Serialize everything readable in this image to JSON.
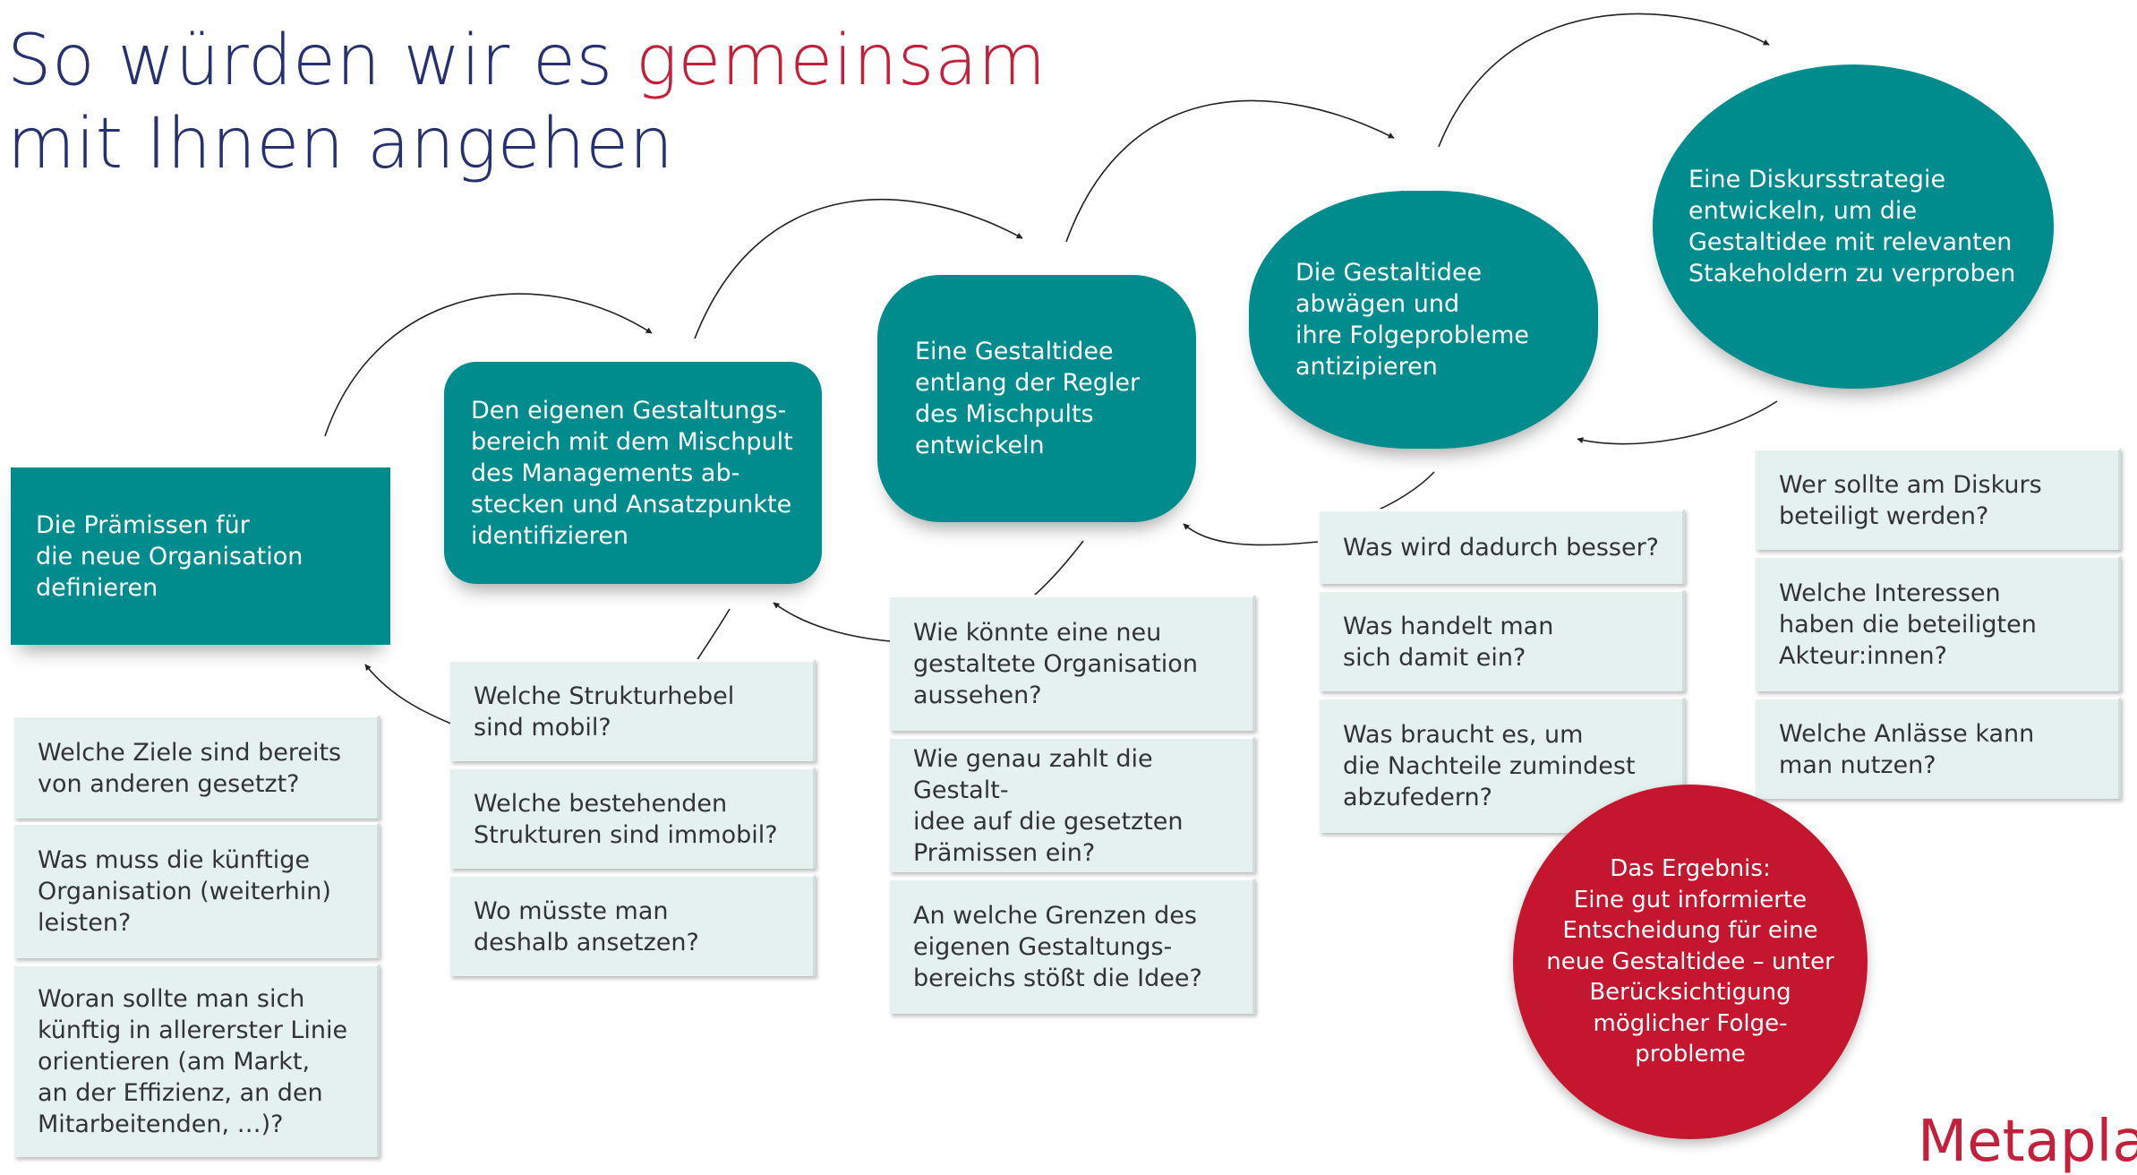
{
  "title": {
    "part1": "So würden wir es ",
    "accent": "gemeinsam",
    "line2": "mit Ihnen angehen"
  },
  "steps": [
    "Die Prämissen für\ndie neue Organisation\ndefinieren",
    "Den eigenen Gestaltungs-\nbereich mit dem Mischpult\ndes Managements ab-\nstecken und Ansatzpunkte\nidentifizieren",
    "Eine Gestaltidee\nentlang der Regler\ndes Mischpults\nentwickeln",
    "Die Gestaltidee\nabwägen und\nihre Folgeprobleme\nantizipieren",
    "Eine Diskursstrategie\nentwickeln, um die\nGestaltidee mit relevanten\nStakeholdern zu verproben"
  ],
  "questions": {
    "step1": [
      "Welche Ziele sind bereits\nvon anderen gesetzt?",
      "Was muss die künftige\nOrganisation (weiterhin)\nleisten?",
      "Woran sollte man sich\nkünftig in allererster Linie\norientieren (am Markt,\nan der Effizienz, an den\nMitarbeitenden, …)?"
    ],
    "step2": [
      "Welche Strukturhebel\nsind mobil?",
      "Welche bestehenden\nStrukturen sind immobil?",
      "Wo müsste man\ndeshalb ansetzen?"
    ],
    "step3": [
      "Wie könnte eine neu\ngestaltete Organisation\naussehen?",
      "Wie genau zahlt die Gestalt-\nidee auf die gesetzten\nPrämissen ein?",
      "An welche Grenzen des\neigenen Gestaltungs-\nbereichs stößt die Idee?"
    ],
    "step4": [
      "Was wird dadurch besser?",
      "Was handelt man\nsich damit ein?",
      "Was braucht es, um\ndie Nachteile zumindest\nabzufedern?"
    ],
    "step5": [
      "Wer sollte am Diskurs\nbeteiligt werden?",
      "Welche Interessen\nhaben die beteiligten\nAkteur:innen?",
      "Welche Anlässe kann\nman nutzen?"
    ]
  },
  "result": "Das Ergebnis:\nEine gut informierte\nEntscheidung für eine\nneue Gestaltidee – unter\nBerücksichtigung\nmöglicher Folge-\nprobleme",
  "logo": "Metaplan",
  "colors": {
    "teal": "#008c8c",
    "navy": "#27316f",
    "red": "#c4172f",
    "question_bg": "#e4f1ef"
  }
}
